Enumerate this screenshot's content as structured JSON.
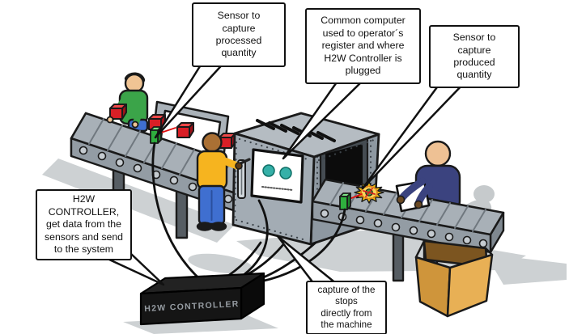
{
  "scene": {
    "callouts": [
      {
        "id": "sensor-processed",
        "text": "Sensor to\ncapture\nprocessed\nquantity"
      },
      {
        "id": "common-computer",
        "text": "Common computer\nused to operator´s\nregister and where\nH2W Controller is\nplugged"
      },
      {
        "id": "sensor-produced",
        "text": "Sensor to\ncapture\nproduced\nquantity"
      },
      {
        "id": "controller-info",
        "text": "H2W\nCONTROLLER,\nget data from the\nsensors and send\nto the system"
      },
      {
        "id": "machine-stops",
        "text": "capture of the\nstops\ndirectly from\nthe machine"
      }
    ],
    "controller_box_label": "H2W CONTROLLER",
    "colors": {
      "outline": "#1a1a1a",
      "machine_front": "#a3acb4",
      "machine_top": "#b5bcc2",
      "machine_side": "#8e98a1",
      "belt_top": "#a8b0b7",
      "belt_side": "#939ca4",
      "roller": "#c5cbd0",
      "box_red": "#d91f26",
      "sensor_green": "#2fae3e",
      "laser_red": "#e01010",
      "controller_black": "#151515",
      "controller_text": "#969ca2",
      "cardboard": "#e0a64c",
      "shirt_green": "#3ba449",
      "shirt_yellow": "#f6b41f",
      "sweater_navy": "#3b437f",
      "jeans_blue": "#4c79cb",
      "skin_light": "#f0c494",
      "skin_brown": "#aa7034",
      "shadow_gray": "#cdd1d3",
      "screen_logo_teal": "#35b0a8"
    }
  }
}
